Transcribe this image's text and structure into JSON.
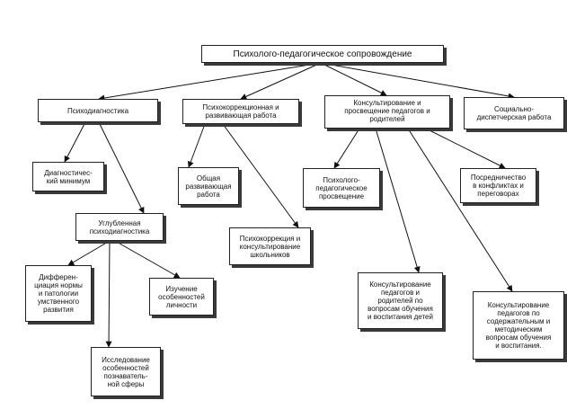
{
  "diagram": {
    "root": "Психолого-педагогическое сопровождение",
    "psychodiagnostics": "Психодиагностика",
    "psychocorrection_dev": "Психокоррекционная и\nразвивающая работа",
    "consulting_education": "Консультирование и\nпросвещение педагогов и\nродителей",
    "social_dispatch": "Социально-\nдиспетчерская работа",
    "diagnostic_minimum": "Диагностичес-\nкий минимум",
    "deep_diagnostics": "Углубленная\nпсиходиагностика",
    "norm_pathology": "Дифферен-\nциация нормы\nи патологии\nумственного\nразвития",
    "personality_study": "Изучение\nособенностей\nличности",
    "cognitive_research": "Исследование\nособенностей\nпознаватель-\nной сферы",
    "general_dev_work": "Общая\nразвивающая\nработа",
    "correction_students": "Психокоррекция и\nконсультирование\nшкольников",
    "psych_ped_education": "Психолого-\nпедагогическое\nпросвещение",
    "conflict_mediation": "Посредничество\nв конфликтах и\nпереговорах",
    "consult_parents_upbringing": "Консультирование\nпедагогов и\nродителей по\nвопросам обучения\nи воспитания детей",
    "consult_teachers_methods": "Консультирование\nпедагогов по\nсодержательным и\nметодическим\nвопросам обучения\nи воспитания."
  }
}
